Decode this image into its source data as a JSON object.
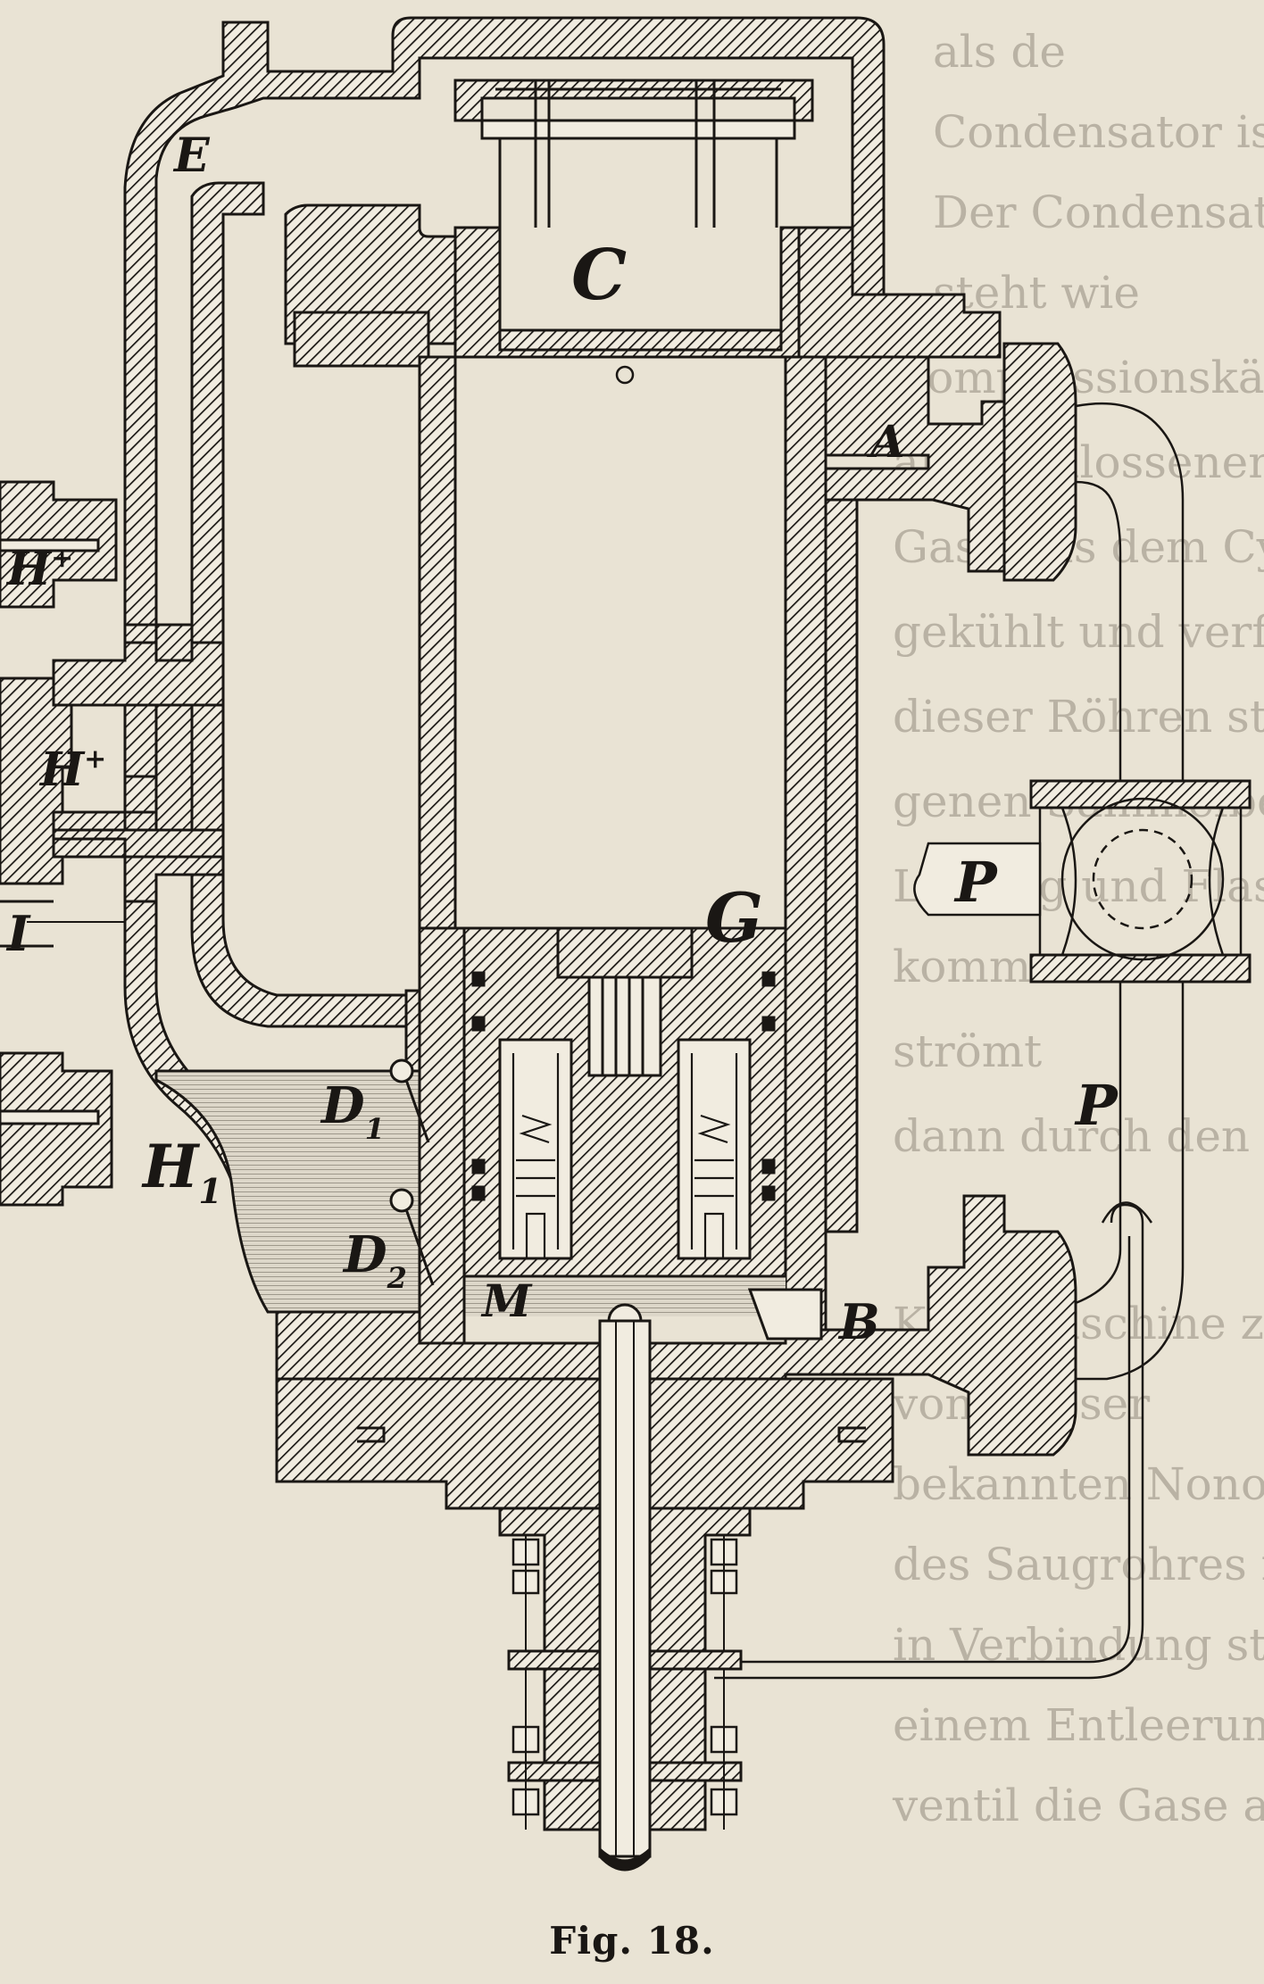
{
  "caption": "Fig. 18.",
  "labels": {
    "C": "C",
    "A": "A",
    "E": "E",
    "G": "G",
    "P_upper": "P",
    "P_lower": "P",
    "H_upper": "H",
    "H_upper_sup": "+",
    "H_mid": "H",
    "H_mid_sup": "+",
    "I": "I",
    "H1": "H",
    "H1_sub": "1",
    "D1": "D",
    "D1_sub": "1",
    "D2": "D",
    "D2_sub": "2",
    "M": "M",
    "B": "B"
  },
  "background_text": [
    "als de",
    "Condensator ist.",
    "Der Condensat",
    "steht wie",
    "Compressionskältemaschine",
    "angeschlossenen Röhren",
    "Gase aus dem Cylinder B",
    "gekühlt und verflüssigt",
    "dieser Röhren strömen die",
    "genen Sammelbehälter",
    "Leitung und Flaschen",
    "kommen",
    "strömt",
    "dann durch den Ö",
    "Kältemaschine zur Kälte",
    "von Wasser",
    "bekannten Nonos. Es ist",
    "des Saugrohres mit einem Rohr",
    "in Verbindung steht. Dieses Rohr",
    "einem Entleerungsapparat bei",
    "ventil die Gase anzusaugen und"
  ],
  "colors": {
    "paper": "#e9e3d4",
    "ink": "#1a1714",
    "water": "#cfc9bd"
  }
}
